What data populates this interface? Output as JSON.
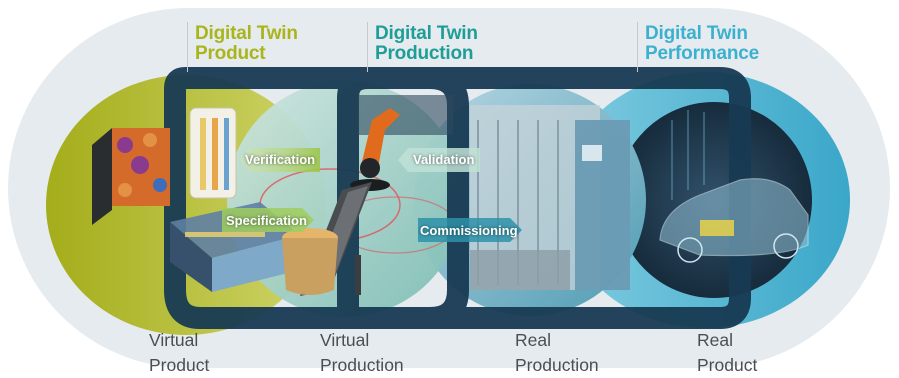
{
  "headers": [
    {
      "line1": "Digital Twin",
      "line2": "Product",
      "color": "#a9b51a"
    },
    {
      "line1": "Digital Twin",
      "line2": "Production",
      "color": "#1f9e98"
    },
    {
      "line1": "Digital Twin",
      "line2": "Performance",
      "color": "#3cb1cf"
    }
  ],
  "steps": {
    "verification": "Verification",
    "specification": "Specification",
    "validation": "Validation",
    "commissioning": "Commissioning"
  },
  "stages": [
    {
      "line1": "Virtual",
      "line2": "Product"
    },
    {
      "line1": "Virtual",
      "line2": "Production"
    },
    {
      "line1": "Real",
      "line2": "Production"
    },
    {
      "line1": "Real",
      "line2": "Product"
    }
  ],
  "colors": {
    "outer_band": "#e6ebef",
    "product_circle": "#b9c32e",
    "production_virtual": "#8fc9c0",
    "production_real": "#6fb3c4",
    "performance_circle": "#4fb4d2",
    "car_circle": "#1d3344",
    "ribbon": "#173a52",
    "arrow": "#b8d46a"
  },
  "icons": [
    "battery-pack-icon",
    "robot-arm-icon",
    "conveyor-icon",
    "factory-machine-icon",
    "car-icon"
  ]
}
